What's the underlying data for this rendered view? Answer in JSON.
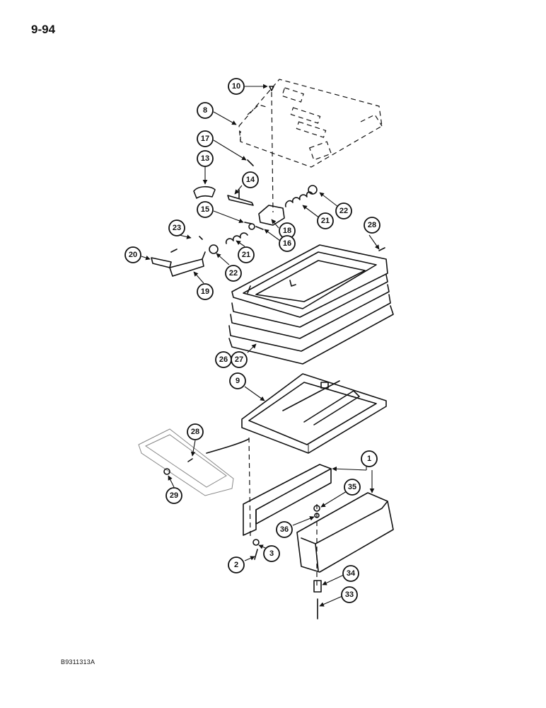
{
  "page": {
    "number": "9-94",
    "figure_code": "B9311313A"
  },
  "callouts": [
    "10",
    "8",
    "17",
    "13",
    "14",
    "22",
    "21",
    "15",
    "18",
    "23",
    "16",
    "28",
    "21",
    "20",
    "22",
    "19",
    "26",
    "27",
    "9",
    "28",
    "1",
    "29",
    "35",
    "36",
    "3",
    "2",
    "34",
    "33"
  ]
}
